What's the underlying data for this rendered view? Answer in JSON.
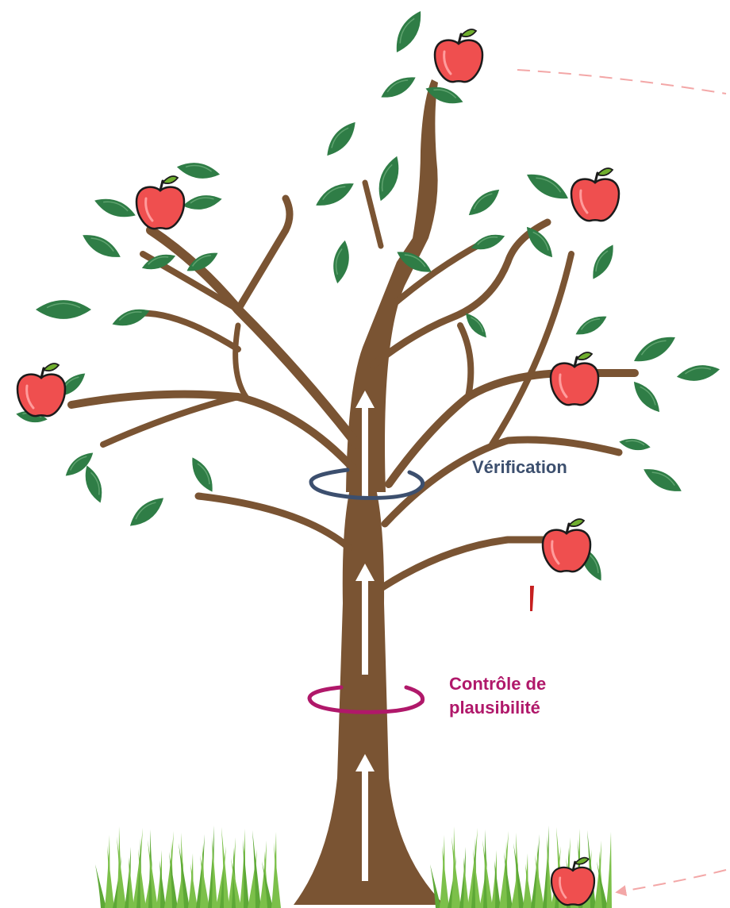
{
  "labels": {
    "verification": "Vérification",
    "plausibility_line1": "Contrôle de",
    "plausibility_line2": "plausibilité"
  },
  "colors": {
    "trunk": "#7a5433",
    "leaf": "#2f7d46",
    "leaf_light": "#5fa36f",
    "apple": "#ef4f4f",
    "apple_outline": "#1b1b1b",
    "stem_leaf": "#6fae2e",
    "grass": "#7cc04a",
    "verification": "#3c4f6e",
    "plausibility": "#b0186a",
    "dashed_arrow": "#f3a7a7",
    "flow_arrow": "#ffffff"
  },
  "icons": {
    "apple": "apple-icon",
    "leaf": "leaf-icon",
    "grass": "grass-icon",
    "ring": "ring-icon",
    "arrow": "up-arrow-icon"
  }
}
